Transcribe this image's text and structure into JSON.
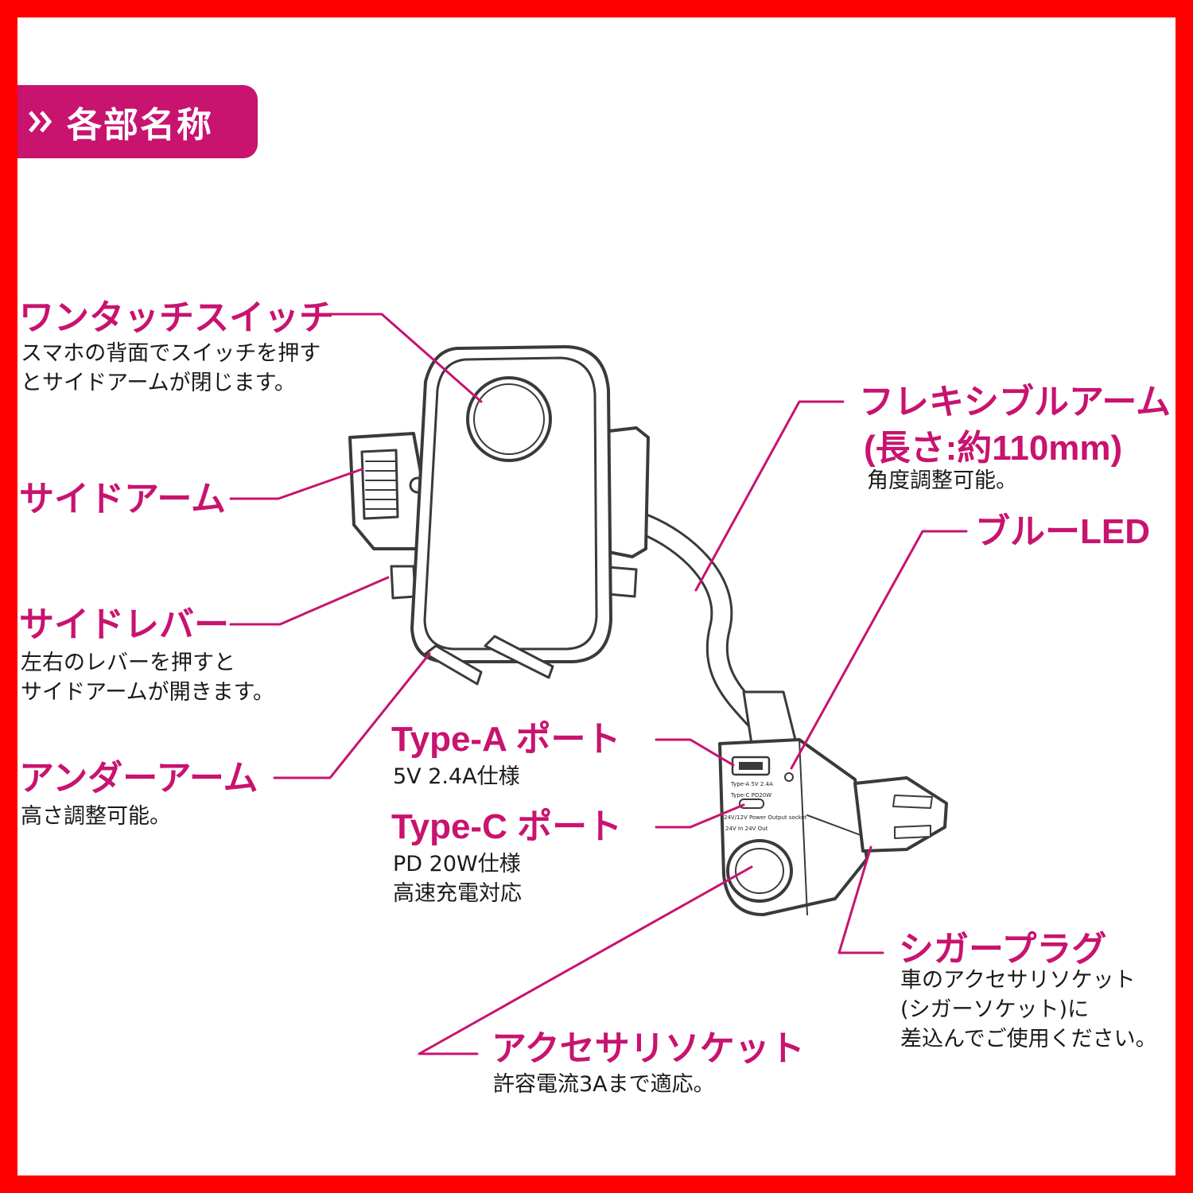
{
  "header": {
    "title": "各部名称"
  },
  "colors": {
    "accent": "#c8136f",
    "frame": "#ff0000",
    "line": "#3a3a3a",
    "text": "#1a1a1a"
  },
  "parts": {
    "one_touch_switch": {
      "name": "ワンタッチスイッチ",
      "desc": [
        "スマホの背面でスイッチを押す",
        "とサイドアームが閉じます。"
      ]
    },
    "side_arm": {
      "name": "サイドアーム"
    },
    "side_lever": {
      "name": "サイドレバー",
      "desc": [
        "左右のレバーを押すと",
        "サイドアームが開きます。"
      ]
    },
    "under_arm": {
      "name": "アンダーアーム",
      "desc": [
        "高さ調整可能。"
      ]
    },
    "flexible_arm": {
      "name": "フレキシブルアーム",
      "name2": "(長さ:約110mm)",
      "desc": [
        "角度調整可能。"
      ]
    },
    "blue_led": {
      "name": "ブルーLED"
    },
    "type_a_port": {
      "name": "Type-A ポート",
      "desc": [
        "5V 2.4A仕様"
      ]
    },
    "type_c_port": {
      "name": "Type-C ポート",
      "desc": [
        "PD 20W仕様",
        "高速充電対応"
      ]
    },
    "cigar_plug": {
      "name": "シガープラグ",
      "desc": [
        "車のアクセサリソケット",
        "(シガーソケット)に",
        "差込んでご使用ください。"
      ]
    },
    "accessory_socket": {
      "name": "アクセサリソケット",
      "desc": [
        "許容電流3Aまで適応。"
      ]
    }
  },
  "device_print": {
    "type_a": "Type-A 5V 2.4A",
    "type_c": "Type-C PD20W",
    "socket": "24V/12V Power Output socket",
    "io": "24V In   24V Out"
  }
}
